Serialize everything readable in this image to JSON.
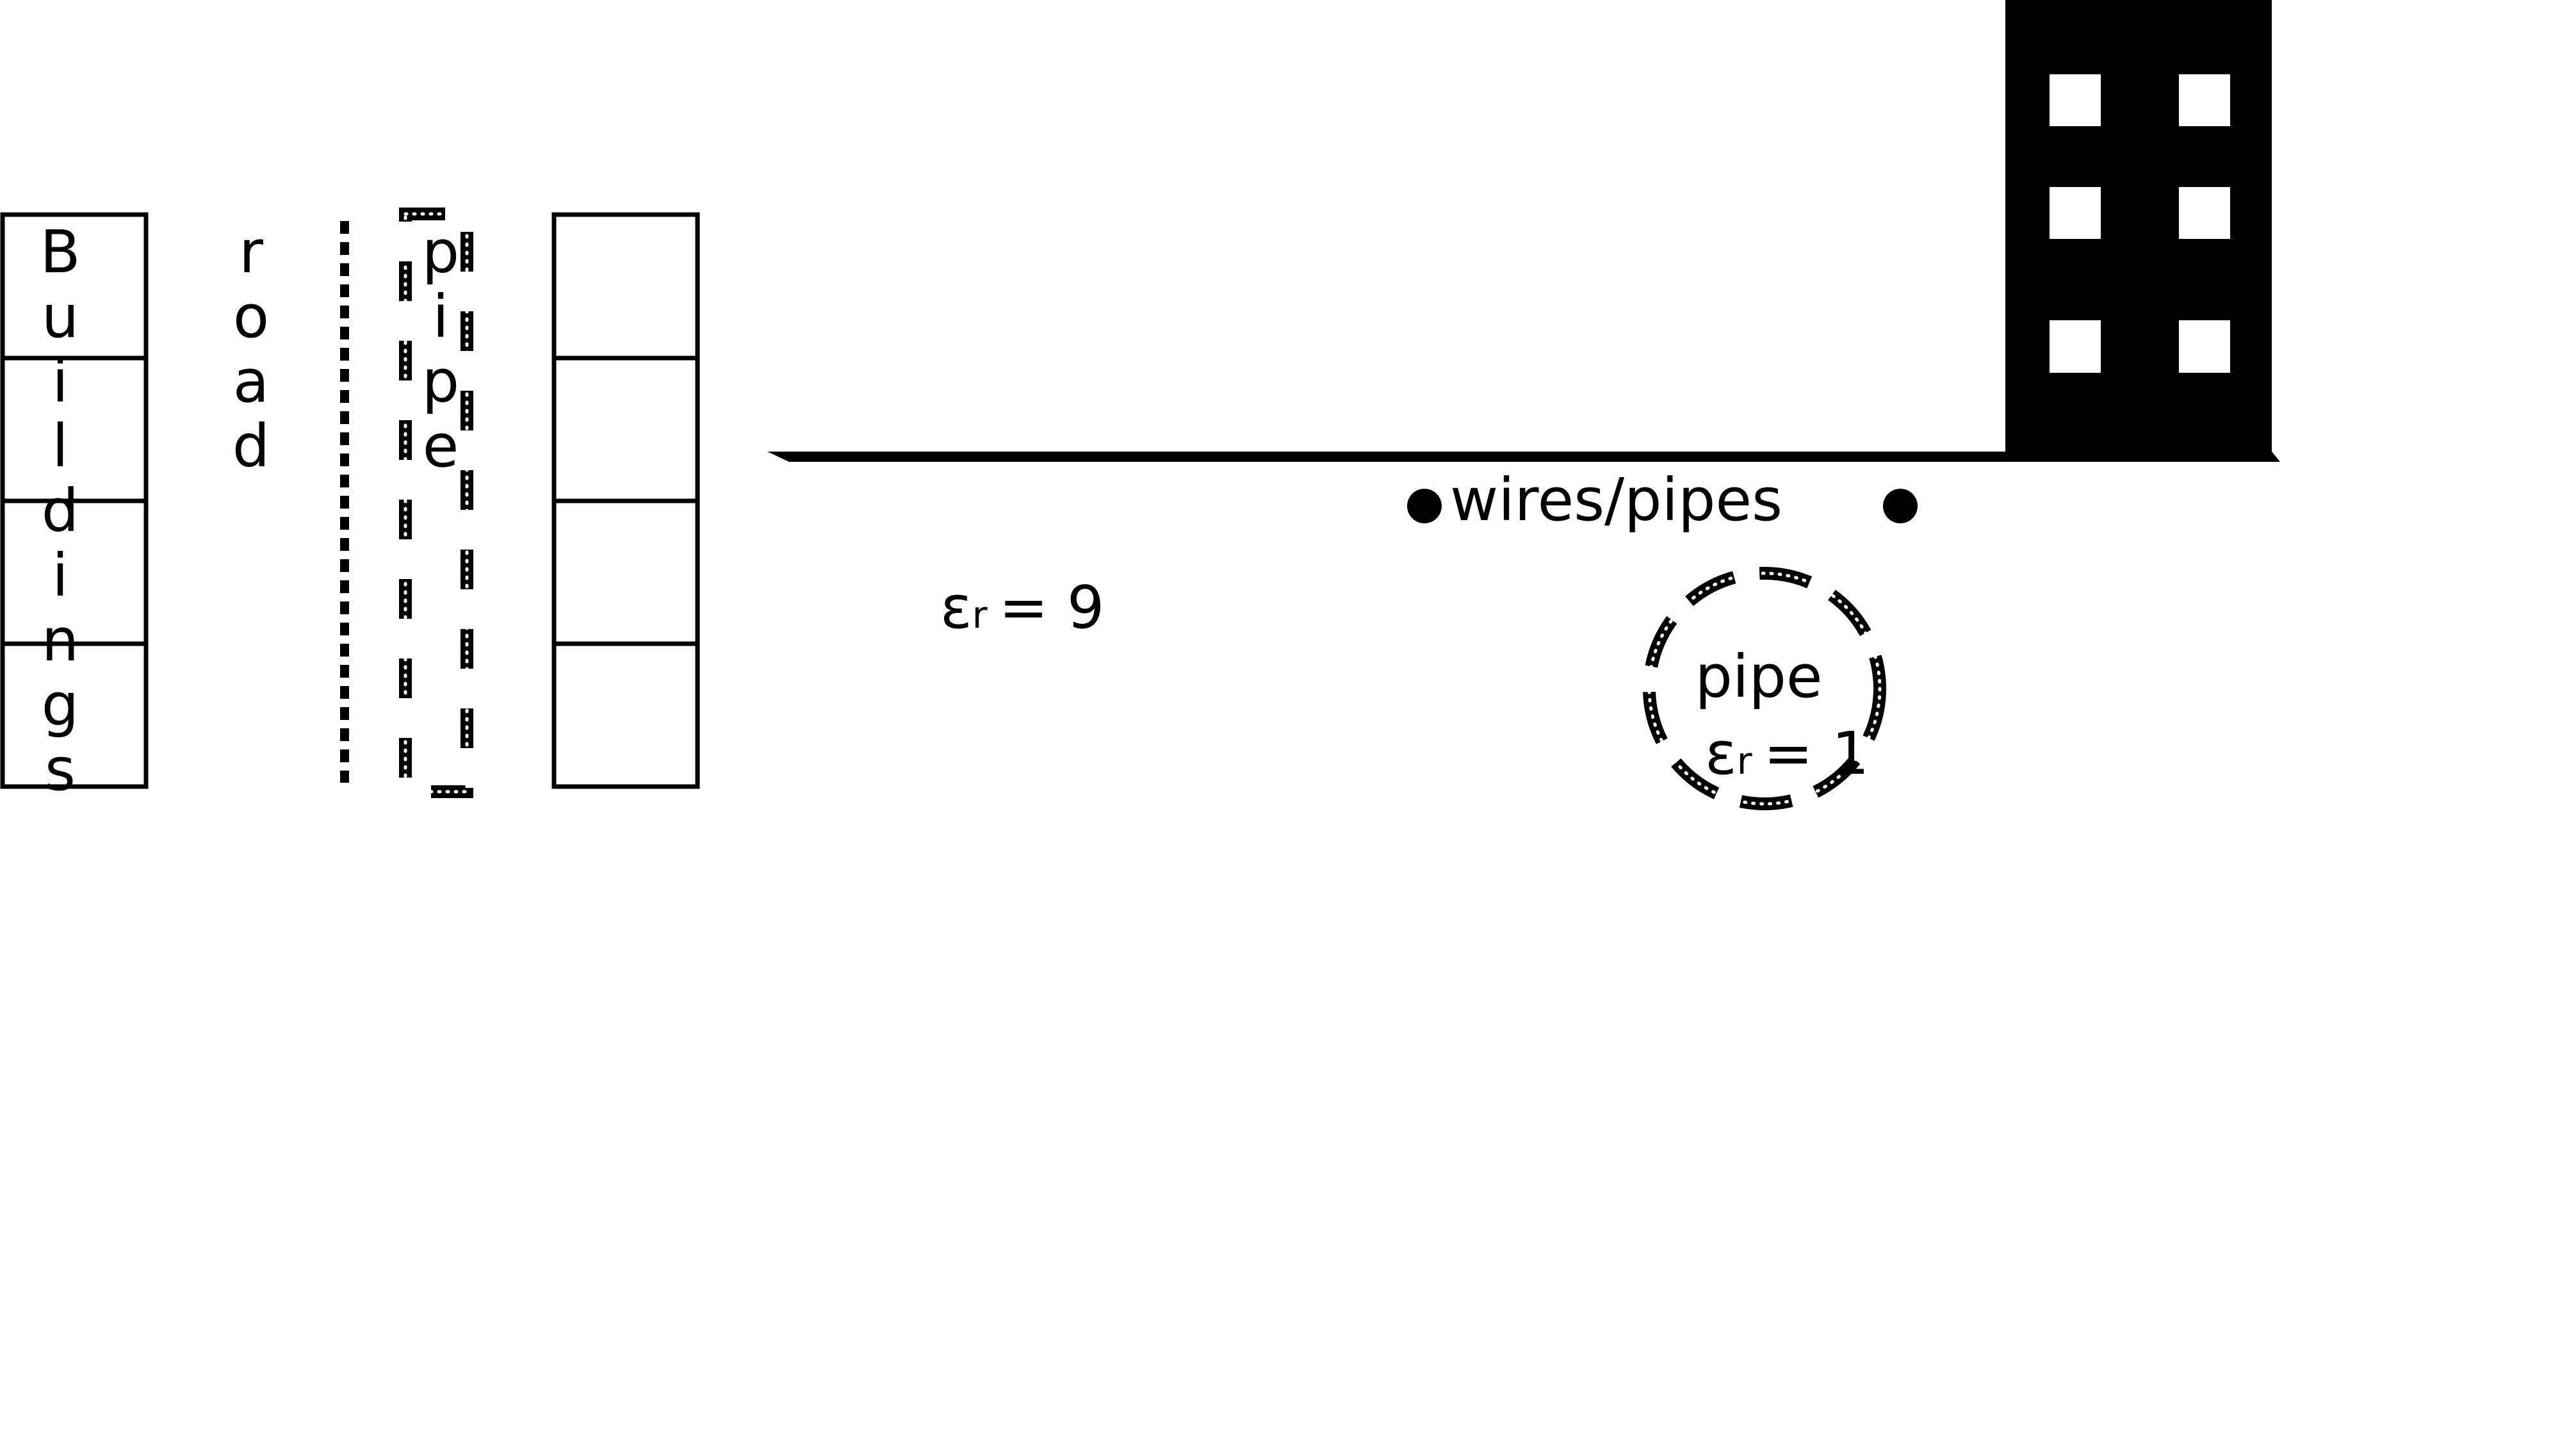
{
  "plan_view": {
    "buildings_label": "Buildings",
    "road_label": "road",
    "pipe_label": "pipe"
  },
  "cross_section": {
    "wires_pipes_label": "wires/pipes",
    "soil_permittivity": {
      "symbol": "ε",
      "subscript": "r",
      "equals_value": "= 9"
    },
    "pipe": {
      "label": "pipe",
      "permittivity_symbol": "ε",
      "permittivity_subscript": "r",
      "permittivity_equals_value": "= 1"
    }
  },
  "colors": {
    "ink": "#000000",
    "background": "#ffffff"
  }
}
